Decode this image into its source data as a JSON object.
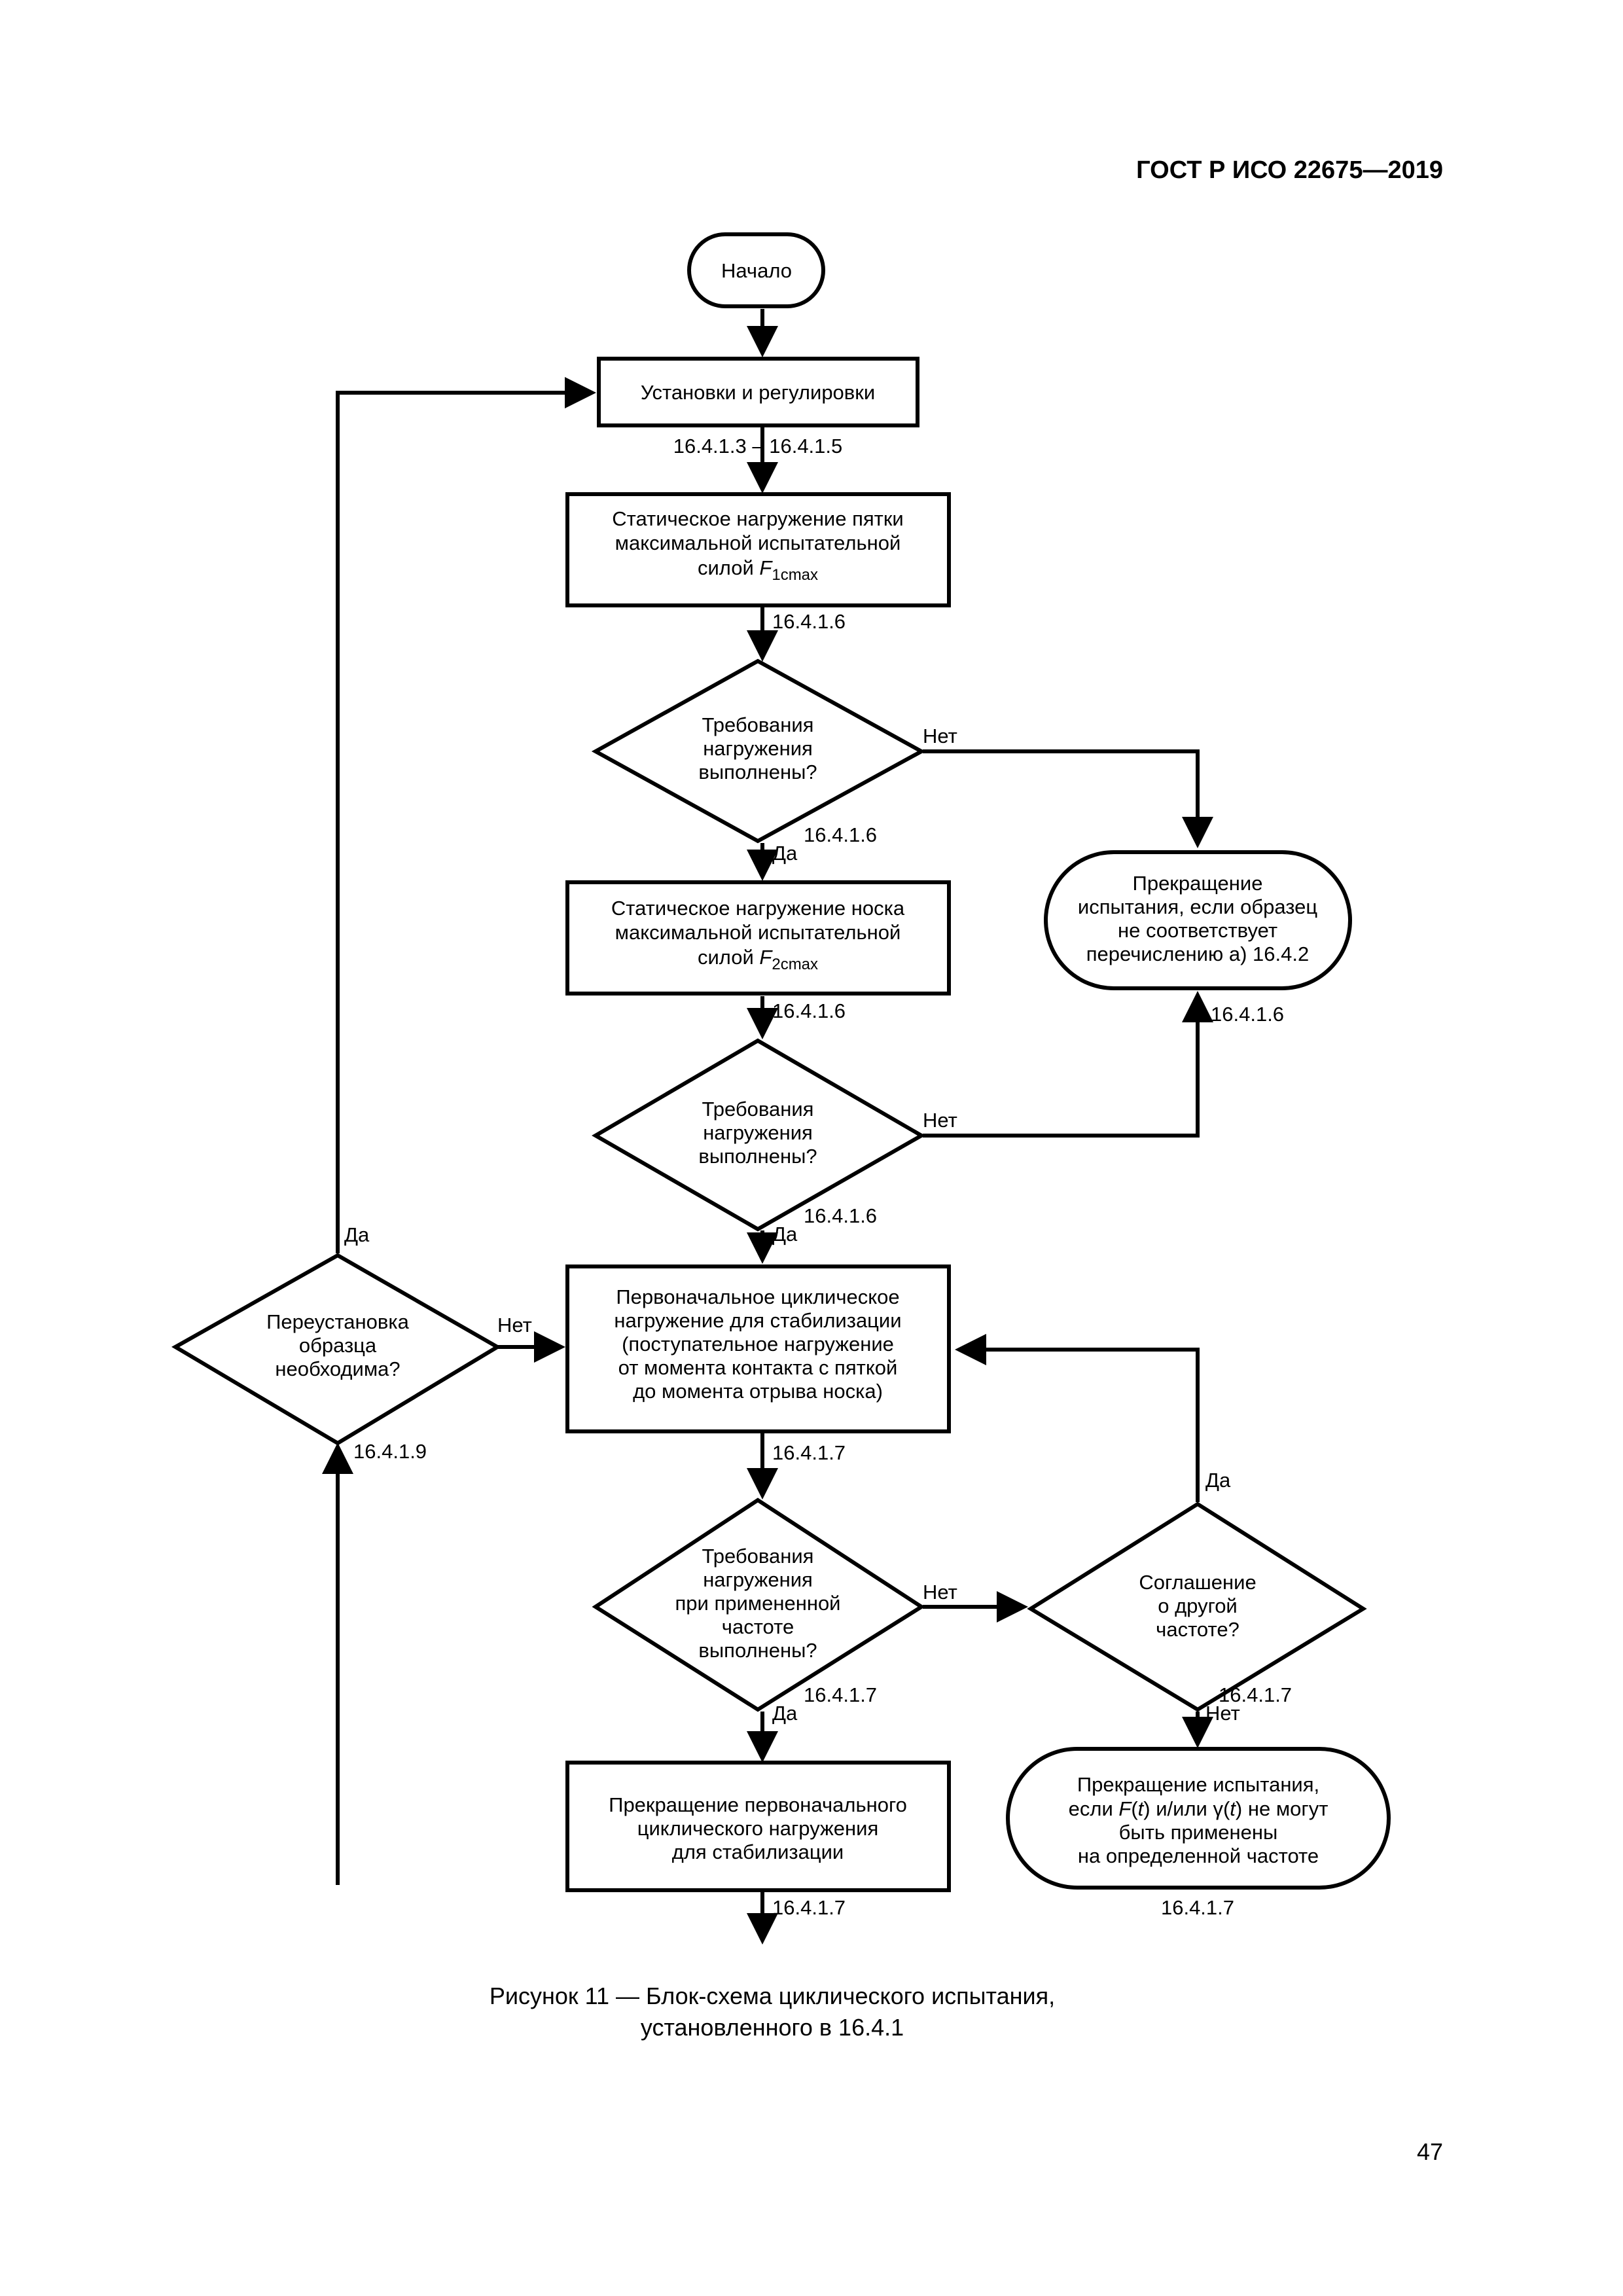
{
  "header": {
    "standard": "ГОСТ Р ИСО 22675—2019"
  },
  "nodes": {
    "start": {
      "text": "Начало"
    },
    "setup": {
      "text": "Установки и регулировки"
    },
    "heel_load": {
      "lines": [
        "Статическое нагружение пятки",
        "максимальной испытательной",
        "силой "
      ],
      "force_symbol": "F",
      "force_sub": "1cmax"
    },
    "req1": {
      "lines": [
        "Требования",
        "нагружения",
        "выполнены?"
      ]
    },
    "stop_a": {
      "lines": [
        "Прекращение",
        "испытания, если образец",
        "не соответствует",
        "перечислению а)  16.4.2"
      ]
    },
    "toe_load": {
      "lines": [
        "Статическое нагружение носка",
        "максимальной испытательной",
        "силой "
      ],
      "force_symbol": "F",
      "force_sub": "2cmax"
    },
    "req2": {
      "lines": [
        "Требования",
        "нагружения",
        "выполнены?"
      ]
    },
    "reinstall": {
      "lines": [
        "Переустановка",
        "образца",
        "необходима?"
      ]
    },
    "initial_cyclic": {
      "lines": [
        "Первоначальное циклическое",
        "нагружение для стабилизации",
        "(поступательное нагружение",
        "от момента контакта с пяткой",
        "до момента отрыва носка)"
      ]
    },
    "req3": {
      "lines": [
        "Требования",
        "нагружения",
        "при примененной",
        "частоте",
        "выполнены?"
      ]
    },
    "agreement": {
      "lines": [
        "Соглашение",
        "о другой",
        "частоте?"
      ]
    },
    "stop_initial": {
      "lines": [
        "Прекращение первоначального",
        "циклического нагружения",
        "для стабилизации"
      ]
    },
    "stop_freq": {
      "line1": "Прекращение испытания,",
      "line2": {
        "a": "если ",
        "f": "F",
        "b": "(",
        "t1": "t",
        "c": ") и/или γ(",
        "t2": "t",
        "d": ") не могут"
      },
      "line3": "быть применены",
      "line4": "на определенной частоте"
    }
  },
  "labels": {
    "ref_setup": "16.4.1.3 – 16.4.1.5",
    "ref_heel": "16.4.1.6",
    "ref_req1_yes": "16.4.1.6",
    "ref_toe": "16.4.1.6",
    "ref_stop_a": "16.4.1.6",
    "ref_req2_yes": "16.4.1.6",
    "ref_reinstall": "16.4.1.9",
    "ref_initial": "16.4.1.7",
    "ref_req3_yes": "16.4.1.7",
    "ref_agreement_no": "16.4.1.7",
    "ref_stop_initial": "16.4.1.7",
    "ref_stop_freq": "16.4.1.7",
    "yes": "Да",
    "no": "Нет"
  },
  "caption": {
    "line1": "Рисунок 11 — Блок-схема циклического испытания,",
    "line2": "установленного в 16.4.1"
  },
  "page_number": "47"
}
